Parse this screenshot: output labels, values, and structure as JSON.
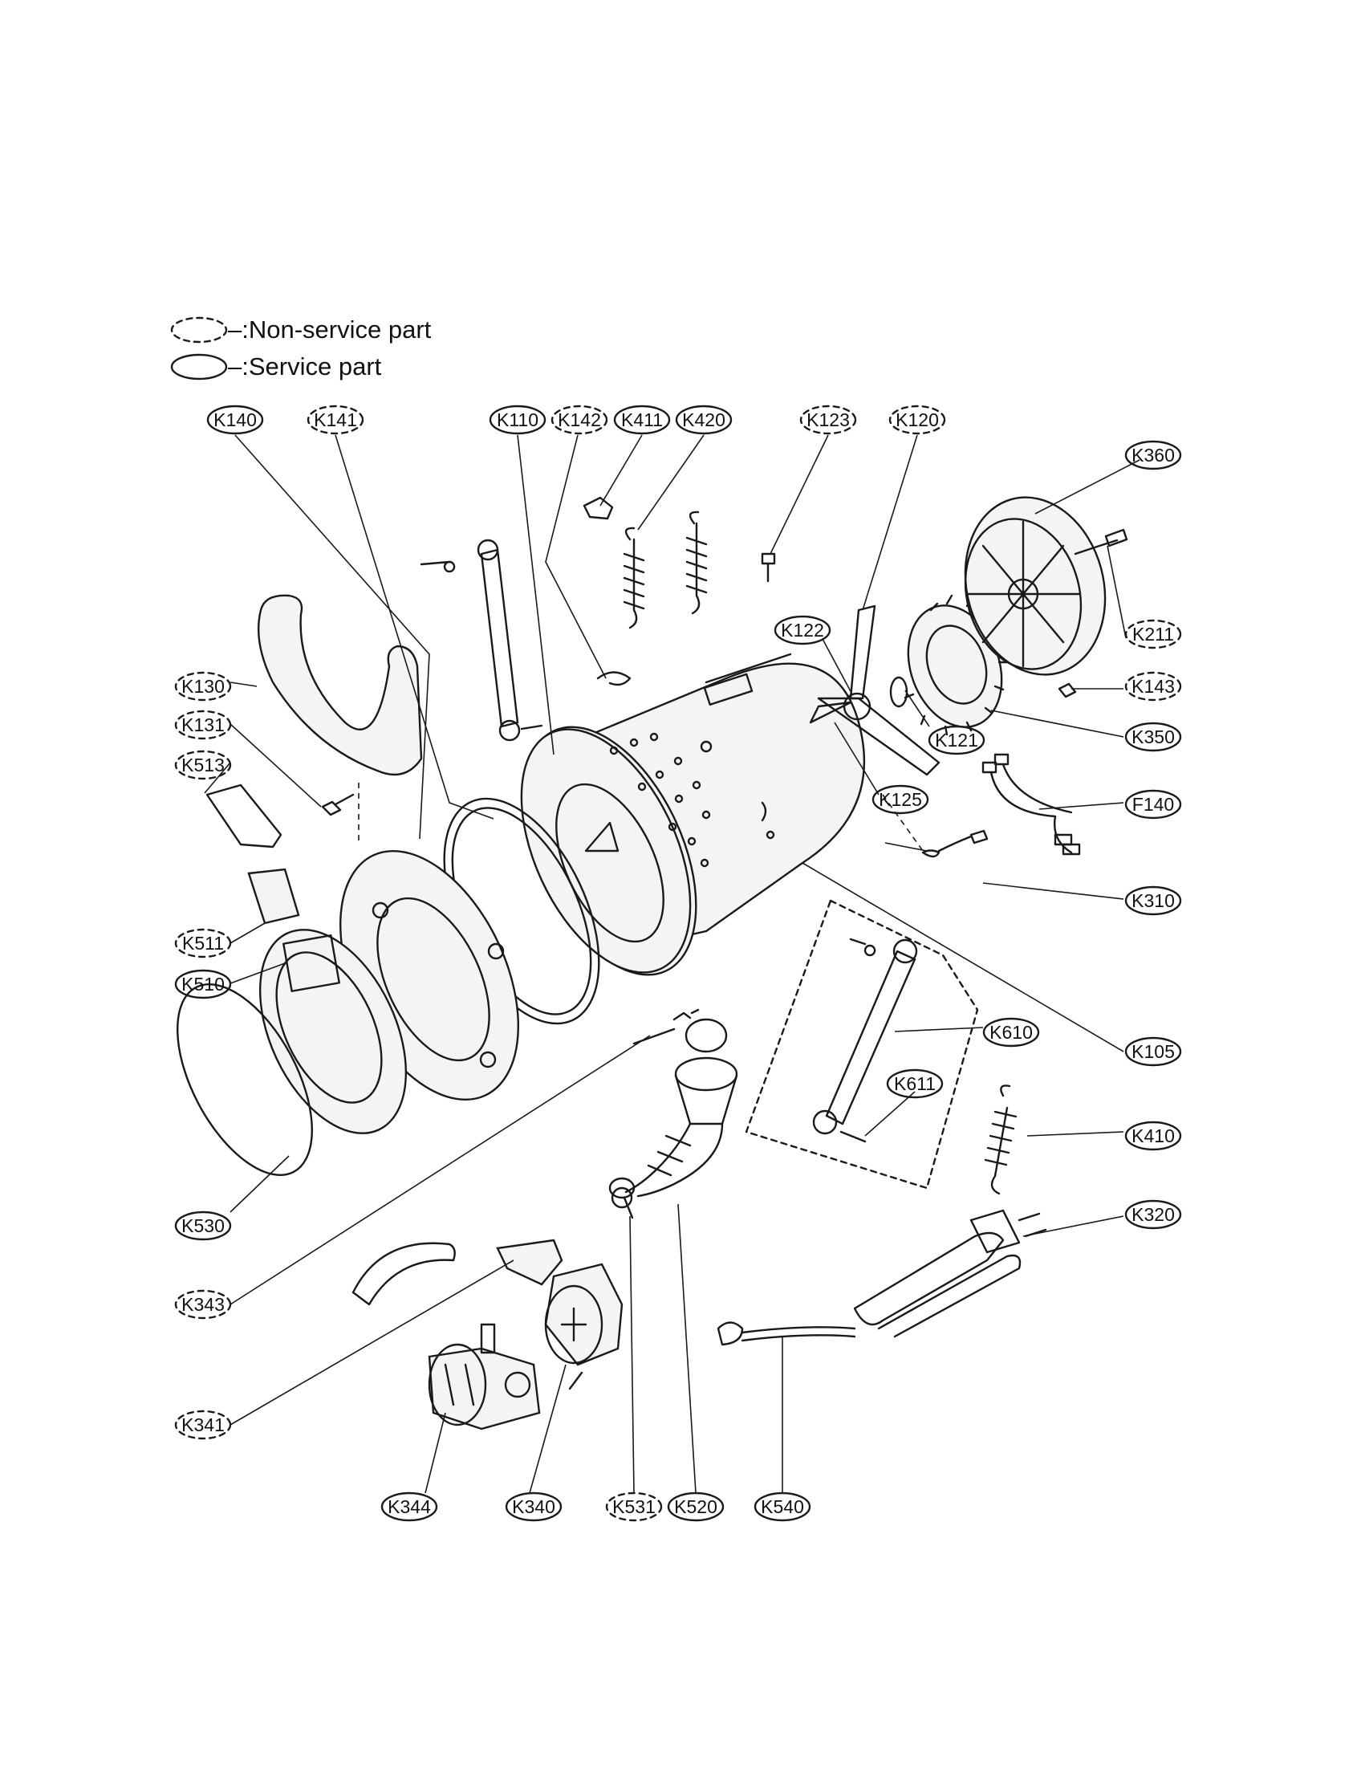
{
  "legend": {
    "non_service": "–:Non-service part",
    "service": "–:Service part"
  },
  "labels": {
    "K140": "K140",
    "K141": "K141",
    "K110": "K110",
    "K142": "K142",
    "K411": "K411",
    "K420": "K420",
    "K123": "K123",
    "K120": "K120",
    "K360": "K360",
    "K122": "K122",
    "K211": "K211",
    "K143": "K143",
    "K130": "K130",
    "K131": "K131",
    "K513": "K513",
    "K121": "K121",
    "K350": "K350",
    "K125": "K125",
    "F140": "F140",
    "K310": "K310",
    "K511": "K511",
    "K510": "K510",
    "K610": "K610",
    "K105": "K105",
    "K611": "K611",
    "K410": "K410",
    "K320": "K320",
    "K530": "K530",
    "K343": "K343",
    "K341": "K341",
    "K344": "K344",
    "K340": "K340",
    "K531": "K531",
    "K520": "K520",
    "K540": "K540"
  },
  "colors": {
    "line": "#1a1a1a",
    "background": "#ffffff"
  }
}
